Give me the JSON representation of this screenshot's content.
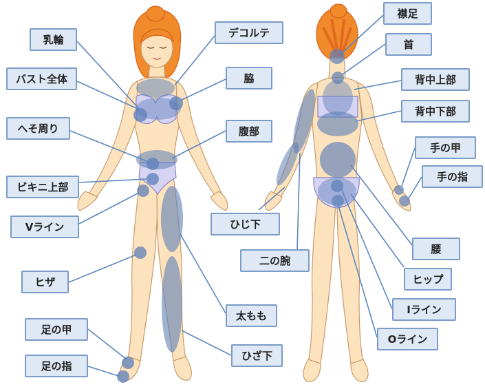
{
  "colors": {
    "skin": "#fde3bd",
    "skin_outline": "#c79a6c",
    "hair": "#f08a2a",
    "hair_dark": "#d9601a",
    "bra": "#d6d4f2",
    "marker": "#5d7fb8",
    "line": "#5b86c0",
    "label_fill": "#dfe9f6",
    "label_border": "#7b9bc8"
  },
  "front_labels": {
    "nyurin": "乳輪",
    "bust": "バスト全体",
    "heso": "へそ周り",
    "bikini": "ビキニ上部",
    "vline": "Vライン",
    "hiza": "ヒザ",
    "ashi_ko": "足の甲",
    "ashi_yubi": "足の指",
    "decollete": "デコルテ",
    "waki": "脇",
    "fukubu": "腹部",
    "futomomo": "太もも",
    "hizashita": "ひざ下"
  },
  "back_labels": {
    "erimoto": "襟足",
    "kubi": "首",
    "senaka_ue": "背中上部",
    "senaka_shita": "背中下部",
    "te_ko": "手の甲",
    "te_yubi": "手の指",
    "hijishita": "ひじ下",
    "ninoude": "二の腕",
    "koshi": "腰",
    "hip": "ヒップ",
    "iline": "Iライン",
    "oline": "Oライン"
  }
}
